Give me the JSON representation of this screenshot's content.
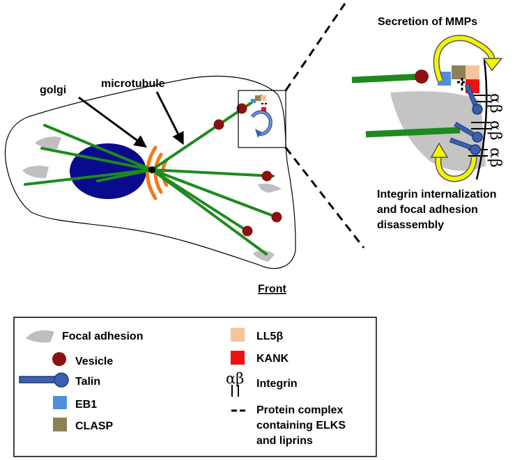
{
  "labels": {
    "golgi": "golgi",
    "microtubule": "microtubule",
    "front": "Front",
    "secretion": "Secretion of MMPs",
    "internalization": [
      "Integrin internalization",
      "and focal adhesion",
      "disassembly"
    ]
  },
  "integrin_symbol": "αβ",
  "integrin_stack": [
    "α",
    "β",
    "α",
    "β",
    "α",
    "β"
  ],
  "legend": {
    "left": [
      {
        "key": "focal-adhesion",
        "label": "Focal adhesion"
      },
      {
        "key": "vesicle",
        "label": "Vesicle"
      },
      {
        "key": "talin",
        "label": "Talin"
      },
      {
        "key": "eb1",
        "label": "EB1"
      },
      {
        "key": "clasp",
        "label": "CLASP"
      }
    ],
    "right": [
      {
        "key": "ll5b",
        "label": "LL5β"
      },
      {
        "key": "kank",
        "label": "KANK"
      },
      {
        "key": "integrin",
        "label": "Integrin"
      },
      {
        "key": "protein-complex",
        "label": "Protein complex",
        "extra_lines": [
          "containing ELKS",
          "and liprins"
        ]
      }
    ]
  },
  "colors": {
    "nucleus": "#0a0a8c",
    "microtubule": "#1d8a1d",
    "golgi": "#f07a18",
    "vesicle": "#8b1212",
    "focal_adhesion": "#bfbfbf",
    "talin": "#3b5fb0",
    "eb1": "#4f8fdc",
    "clasp": "#8e8157",
    "ll5b": "#f6c49a",
    "kank": "#ee1111",
    "arrow_yellow": "#f4f400"
  }
}
